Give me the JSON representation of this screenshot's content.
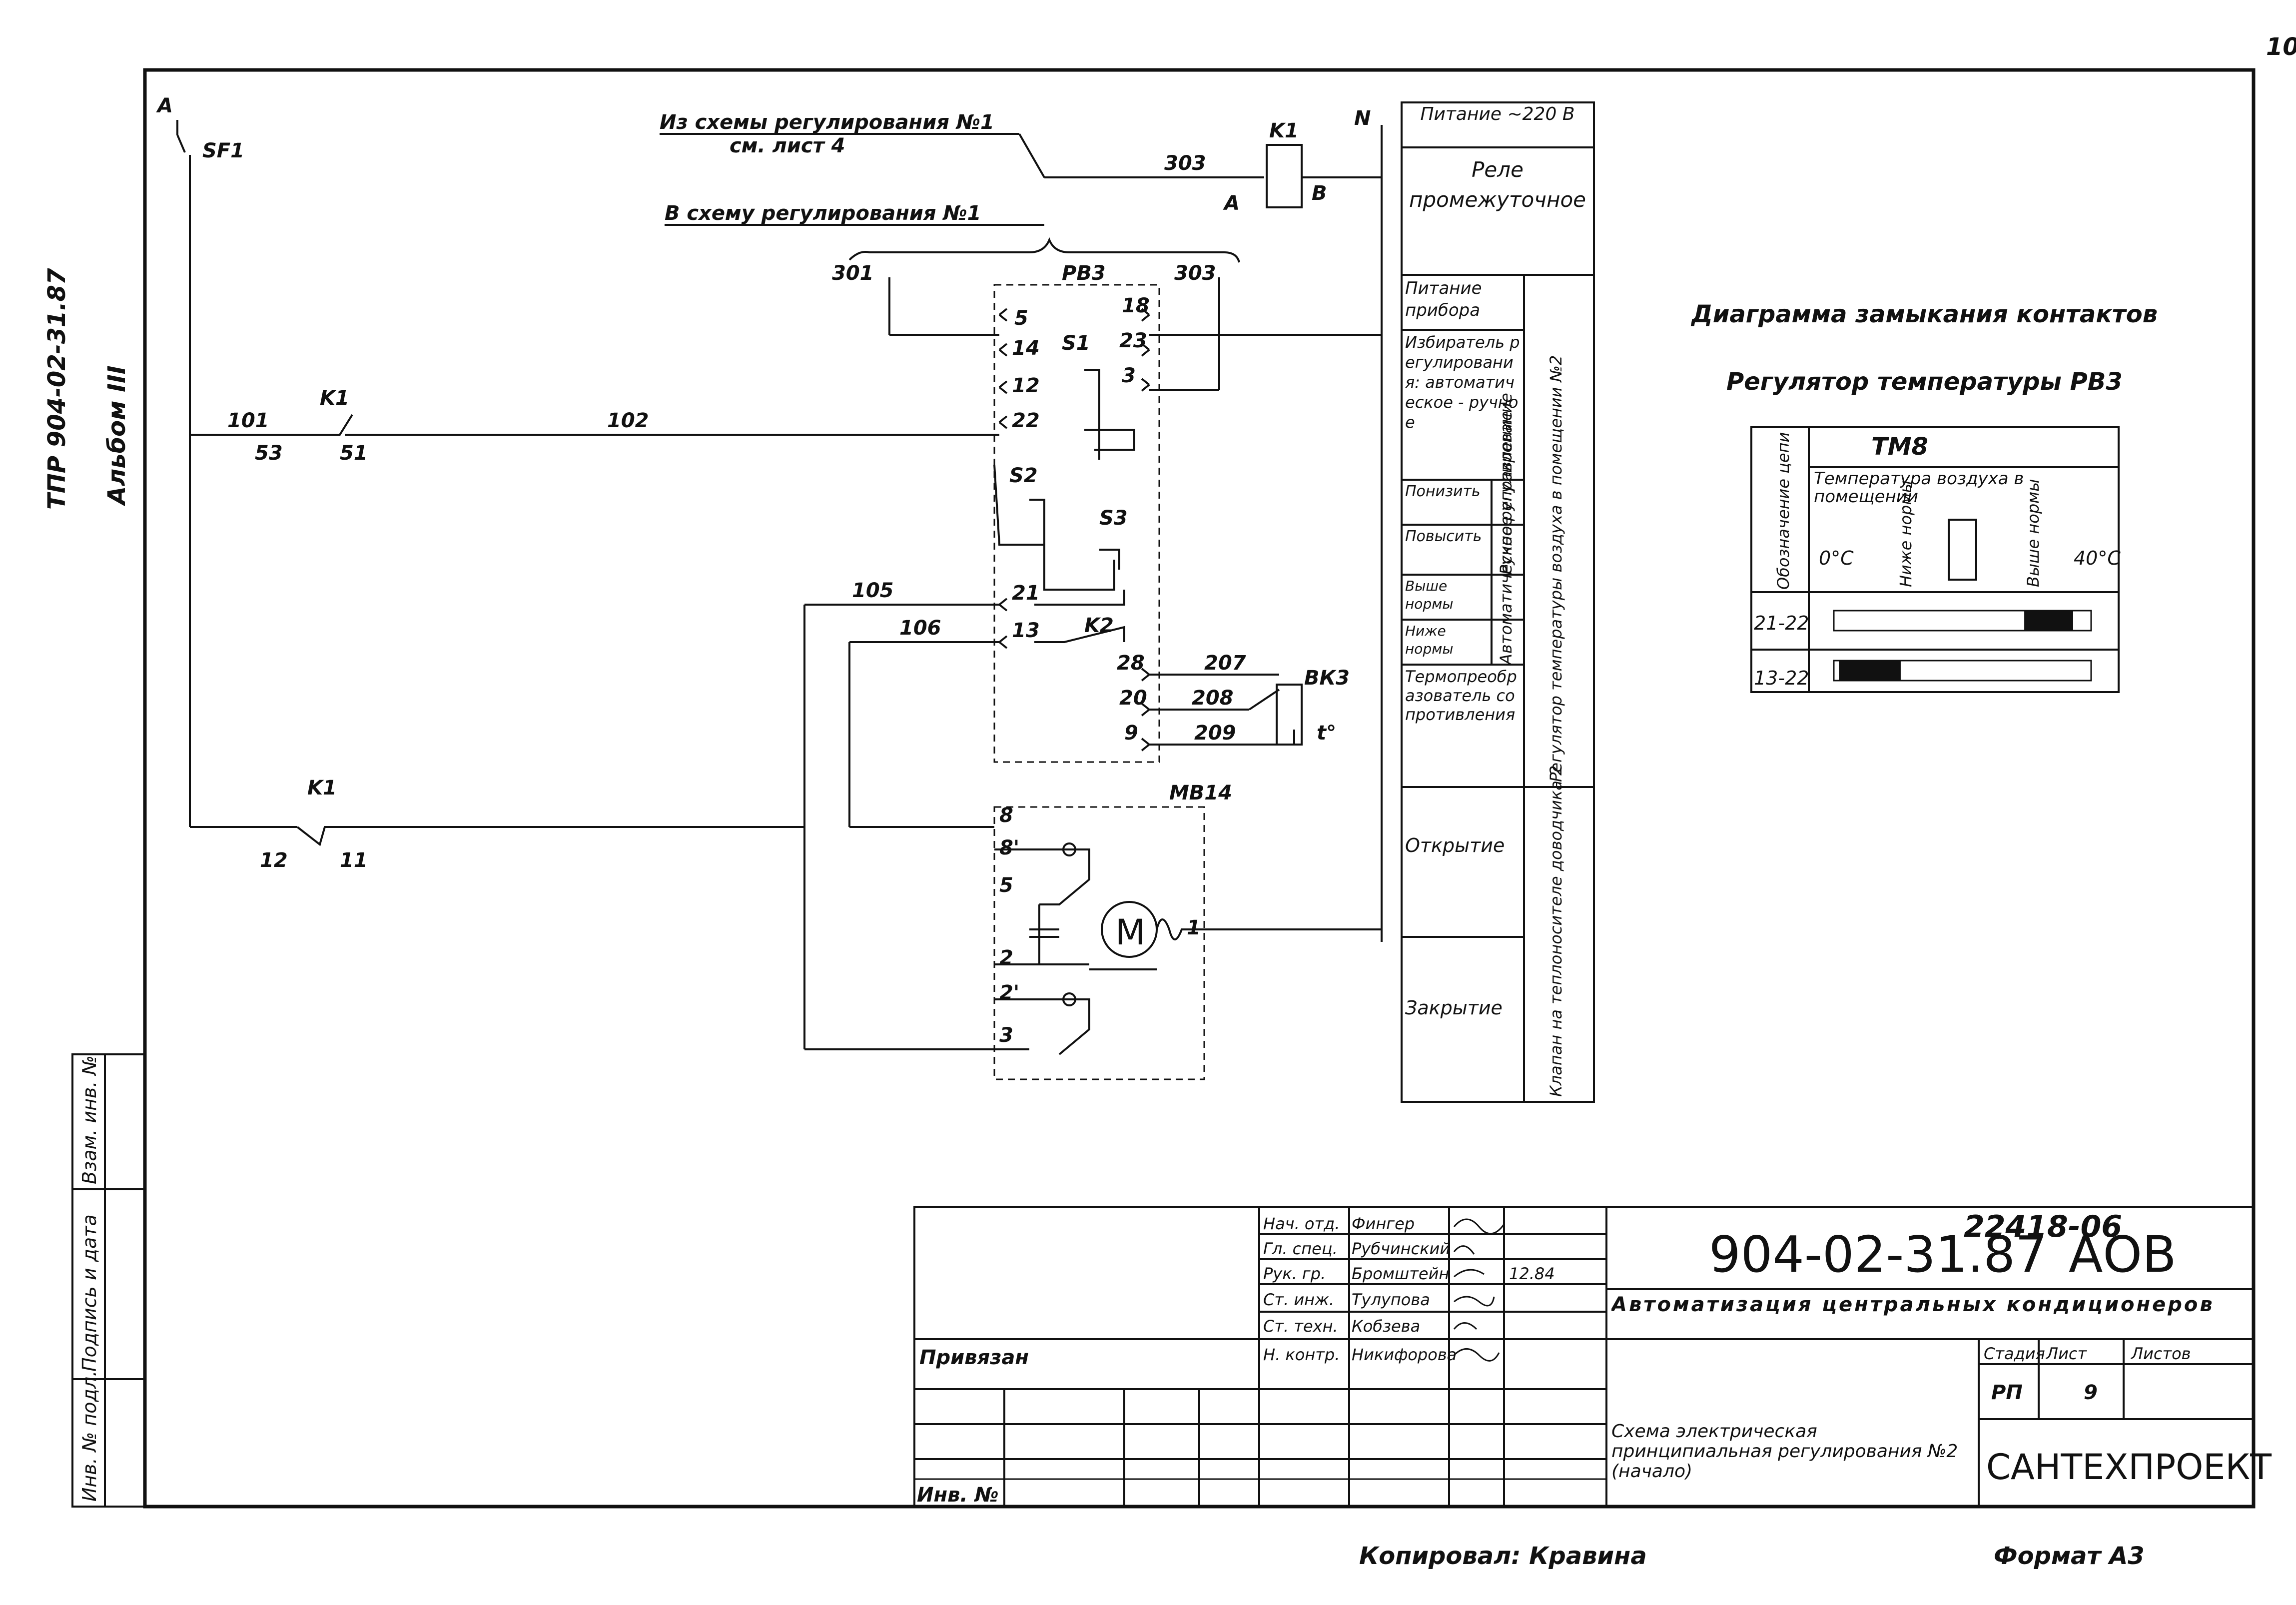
{
  "sheet_number": "10",
  "side": {
    "code": "ТПР 904-02-31.87",
    "album": "Альбом III"
  },
  "left_stamp": [
    "Инв. № подл.",
    "Подпись и дата",
    "Взам. инв. №"
  ],
  "circuit": {
    "from_scheme": "Из схемы регулирования №1",
    "see_sheet": "см. лист 4",
    "to_scheme": "В схему регулирования №1",
    "phase": "A",
    "neutral": "N",
    "sf1": "SF1",
    "k1": "K1",
    "k1_a": "A",
    "k1_b": "B",
    "w303": "303",
    "w301": "301",
    "rv3": "РВ3",
    "w101": "101",
    "w102": "102",
    "w105": "105",
    "w106": "106",
    "n53": "53",
    "n51": "51",
    "n12": "12",
    "n11": "11",
    "pins": [
      "5",
      "14",
      "12",
      "22",
      "21",
      "13",
      "18",
      "23",
      "3",
      "28",
      "20",
      "9"
    ],
    "s1": "S1",
    "s2": "S2",
    "s3": "S3",
    "k2": "K2",
    "w207": "207",
    "w208": "208",
    "w209": "209",
    "bk3": "ВК3",
    "temp": "t°",
    "mv14": "МВ14",
    "motor_pins": [
      "8",
      "8'",
      "5",
      "1",
      "2",
      "2'",
      "3"
    ],
    "motor": "M"
  },
  "legend_table": {
    "rows": [
      {
        "label": "Питание ~220 В"
      },
      {
        "label": "Реле промежуточное"
      },
      {
        "label": "Питание прибора"
      },
      {
        "label": "Избиратель регулирования: автоматическое - ручное"
      },
      {
        "label": "Понизить",
        "sub": "Ручное управление"
      },
      {
        "label": "Повысить"
      },
      {
        "label": "Выше нормы",
        "sub": "Автоматическое регулирование"
      },
      {
        "label": "Ниже нормы"
      },
      {
        "label": "Термопреобразователь сопротивления"
      },
      {
        "label": "Открытие"
      },
      {
        "label": "Закрытие"
      }
    ],
    "group1": "Регулятор температуры воздуха в помещении №2",
    "group2": "Клапан на теплоносителе доводчика 2"
  },
  "contact_diagram": {
    "title": "Диаграмма замыкания контактов",
    "subtitle": "Регулятор температуры РВ3",
    "device": "ТМ8",
    "col_header": "Обозначение цепи",
    "temp_header": "Температура воздуха в помещении",
    "below": "Ниже нормы",
    "above": "Выше нормы",
    "t_min": "0°С",
    "t_max": "40°С",
    "rows": [
      {
        "circuit": "21-22",
        "closed_from": 0.74,
        "closed_to": 0.93
      },
      {
        "circuit": "13-22",
        "closed_from": 0.02,
        "closed_to": 0.26
      }
    ]
  },
  "title_block": {
    "stamp_top": "22418-06",
    "doc_code": "904-02-31.87",
    "doc_suffix": "АОВ",
    "project_title": "Автоматизация центральных кондиционеров",
    "sheet_title": "Схема электрическая принципиальная регулирования №2 (начало)",
    "org": "САНТЕХПРОЕКТ",
    "stage_label": "Стадия",
    "sheet_label": "Лист",
    "sheets_label": "Листов",
    "stage": "РП",
    "sheet": "9",
    "bound": "Привязан",
    "inv": "Инв. №",
    "date": "12.84",
    "signers": [
      {
        "role": "Нач. отд.",
        "name": "Фингер"
      },
      {
        "role": "Гл. спец.",
        "name": "Рубчинский"
      },
      {
        "role": "Рук. гр.",
        "name": "Бромштейн"
      },
      {
        "role": "Ст. инж.",
        "name": "Тулупова"
      },
      {
        "role": "Ст. техн.",
        "name": "Кобзева"
      },
      {
        "role": "Н. контр.",
        "name": "Никифорова"
      }
    ]
  },
  "footer": {
    "copied": "Копировал: Кравина",
    "format": "Формат А3"
  }
}
